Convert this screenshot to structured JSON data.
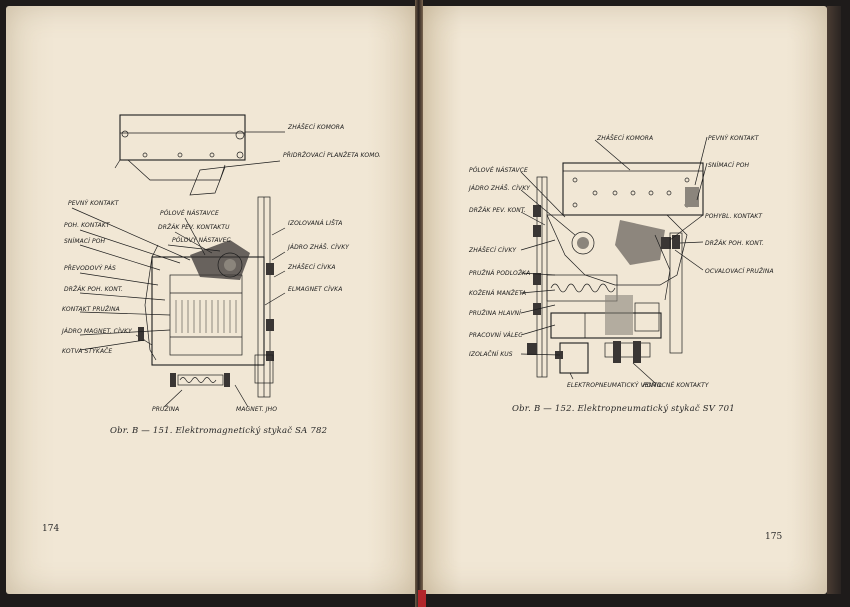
{
  "pages": {
    "left": {
      "page_number": "174",
      "caption": "Obr. B — 151. Elektromagnetický stykač SA 782",
      "labels": [
        "ZHÁŠECÍ KOMORA",
        "PŘIDRŽOVACÍ PLANŽETA KOMORY",
        "PEVNÝ KONTAKT",
        "PÓLOVÉ NÁSTAVCE",
        "DRŽÁK PEV. KONTAKTU",
        "PÓLOVÝ NÁSTAVEC",
        "POH. KONTAKT",
        "SNÍMACÍ POH",
        "PŘEVODOVÝ PÁS",
        "DRŽÁK POH. KONT.",
        "KONTAKT PRUŽINA",
        "JÁDRO MAGNET. CÍVKY",
        "KOTVA STYKAČE",
        "IZOLOVANÁ LIŠTA",
        "JÁDRO ZHÁŠ. CÍVKY",
        "ZHÁŠECÍ CÍVKA",
        "ELMAGNET CÍVKA",
        "PRUŽINA",
        "MAGNET. JHO"
      ]
    },
    "right": {
      "page_number": "175",
      "caption": "Obr. B — 152. Elektropneumatický stykač SV 701",
      "labels": [
        "ZHÁŠECÍ KOMORA",
        "PEVNÝ KONTAKT",
        "SNÍMACÍ POH",
        "PÓLOVÉ NÁSTAVCE",
        "JÁDRO ZHÁŠ. CÍVKY",
        "DRŽÁK PEV. KONT.",
        "POHYBL. KONTAKT",
        "DRŽÁK POH. KONT.",
        "ZHÁŠECÍ CÍVKY",
        "OCVALOVACÍ PRUŽINA",
        "PRUŽNÁ PODLOŽKA",
        "KOŽENÁ MANŽETA",
        "PRUŽINA HLAVNÍ",
        "PRACOVNÍ VÁLEC",
        "IZOLAČNÍ KUS",
        "ELEKTROPNEUMATICKÝ VENTIL",
        "POMOCNÉ KONTAKTY"
      ]
    }
  },
  "colors": {
    "paper": "#efe5d2",
    "ink": "#1d1d1d",
    "ribbon": "#b2262a",
    "background": "#1e1b1a"
  }
}
